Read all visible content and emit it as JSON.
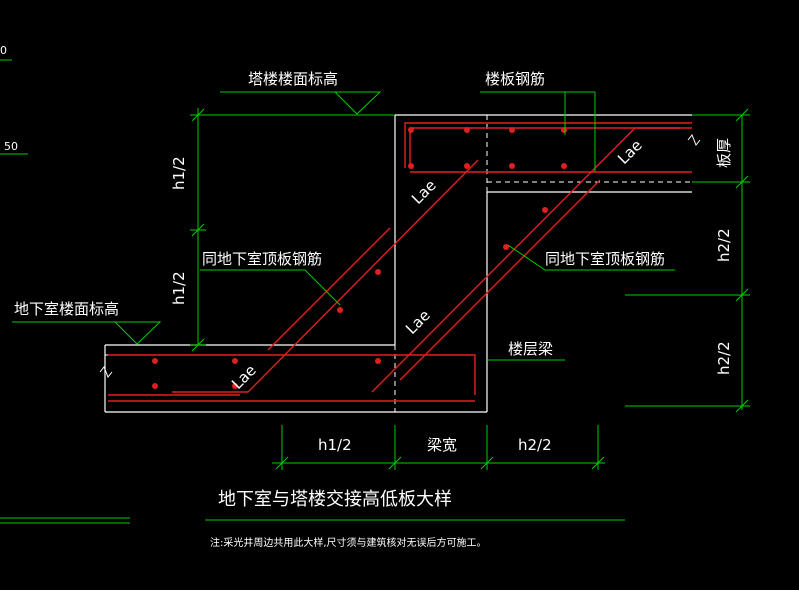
{
  "labels": {
    "tower_floor_elevation": "塔楼楼面标高",
    "floor_slab_rebar": "楼板钢筋",
    "basement_floor_elevation": "地下室楼面标高",
    "same_as_basement_roof_rebar_left": "同地下室顶板钢筋",
    "same_as_basement_roof_rebar_right": "同地下室顶板钢筋",
    "floor_beam": "楼层梁",
    "slab_thickness": "板厚",
    "lae_1": "Lae",
    "lae_2": "Lae",
    "lae_3": "Lae",
    "lae_4": "Lae",
    "dim_h1_half_top": "h1/2",
    "dim_h1_half_bottom": "h1/2",
    "dim_h2_half_top": "h2/2",
    "dim_h2_half_bottom": "h2/2",
    "dim_bottom_h1_half": "h1/2",
    "dim_bottom_beam_width": "梁宽",
    "dim_bottom_h2_half": "h2/2",
    "left_edge_value_1": "0",
    "left_edge_value_2": "50"
  },
  "title": "地下室与塔楼交接高低板大样",
  "note": "注:采光井周边共用此大样,尺寸须与建筑核对无误后方可施工。",
  "colors": {
    "background": "#000000",
    "dimension": "#00cc00",
    "concrete_outline": "#ffffff",
    "rebar": "#e02020",
    "text": "#ffffff"
  }
}
